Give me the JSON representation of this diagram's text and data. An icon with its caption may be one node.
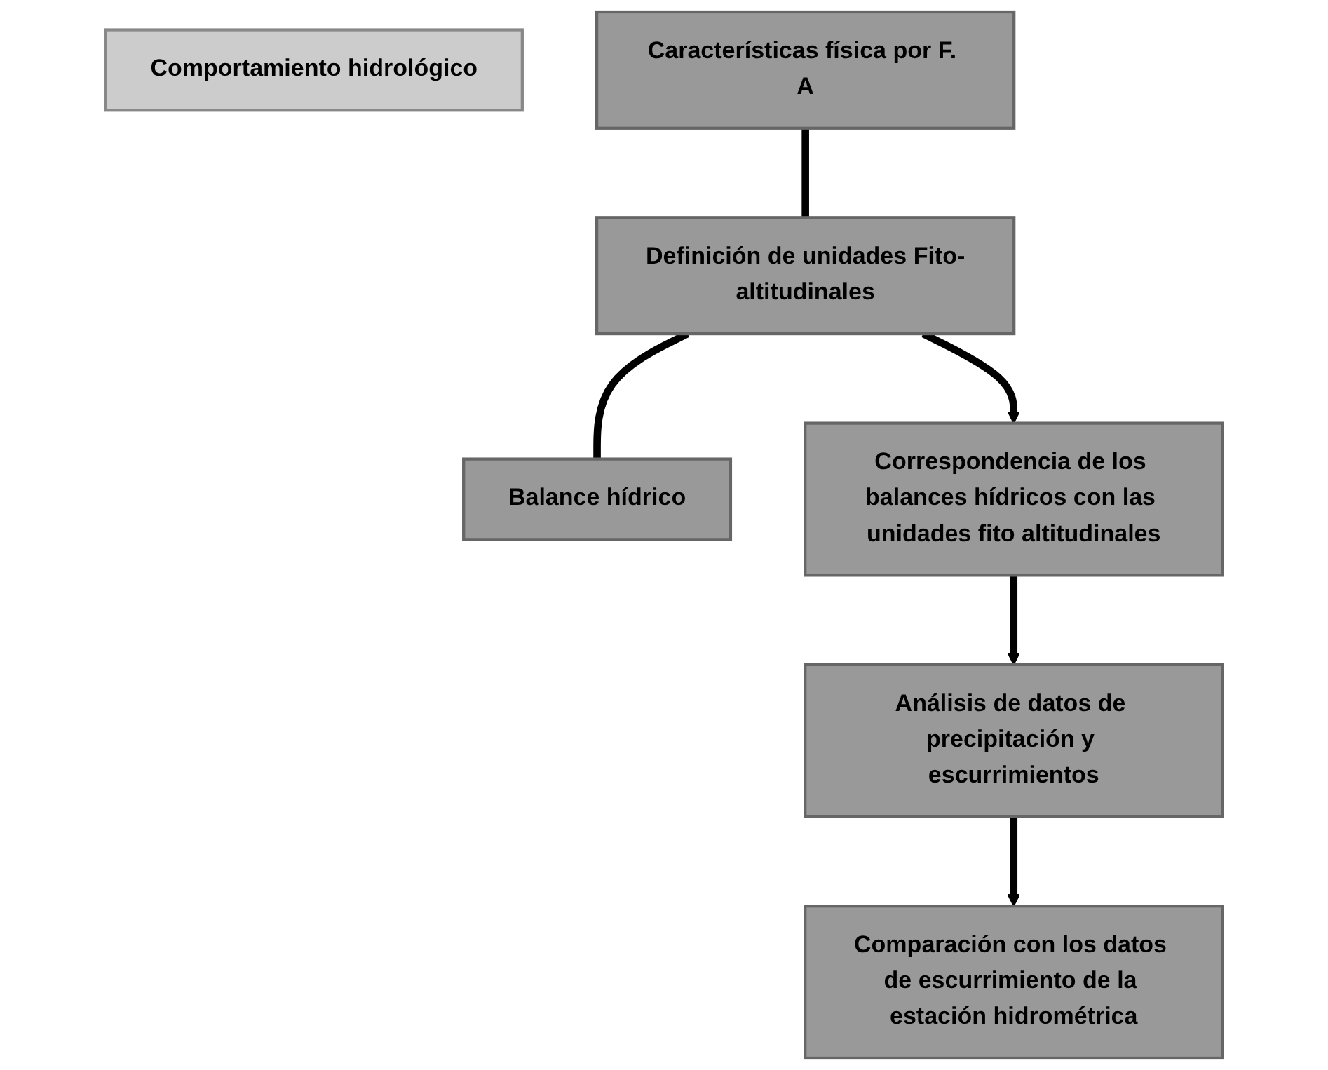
{
  "diagram": {
    "nodes": [
      {
        "text": [
          "Comportamiento hidrológico"
        ]
      },
      {
        "text": [
          "Características física por F. A"
        ]
      },
      {
        "text": [
          "Definición de unidades Fito-altitudinales"
        ]
      },
      {
        "text": [
          "Balance hídrico"
        ]
      },
      {
        "text": [
          "Correspondencia de los balances hídricos con las unidades fito altitudinales"
        ]
      },
      {
        "text": [
          "Análisis de datos de precipitación y escurrimientos"
        ]
      },
      {
        "text": [
          "Comparación con los datos de escurrimiento de la estación hidrométrica"
        ]
      }
    ],
    "edges": [
      {
        "from": 1,
        "to": 2,
        "arrow": "none"
      },
      {
        "from": 2,
        "to": 3,
        "arrow": "none"
      },
      {
        "from": 2,
        "to": 4,
        "arrow": "to"
      },
      {
        "from": 4,
        "to": 5,
        "arrow": "to"
      },
      {
        "from": 5,
        "to": 6,
        "arrow": "to"
      }
    ]
  }
}
